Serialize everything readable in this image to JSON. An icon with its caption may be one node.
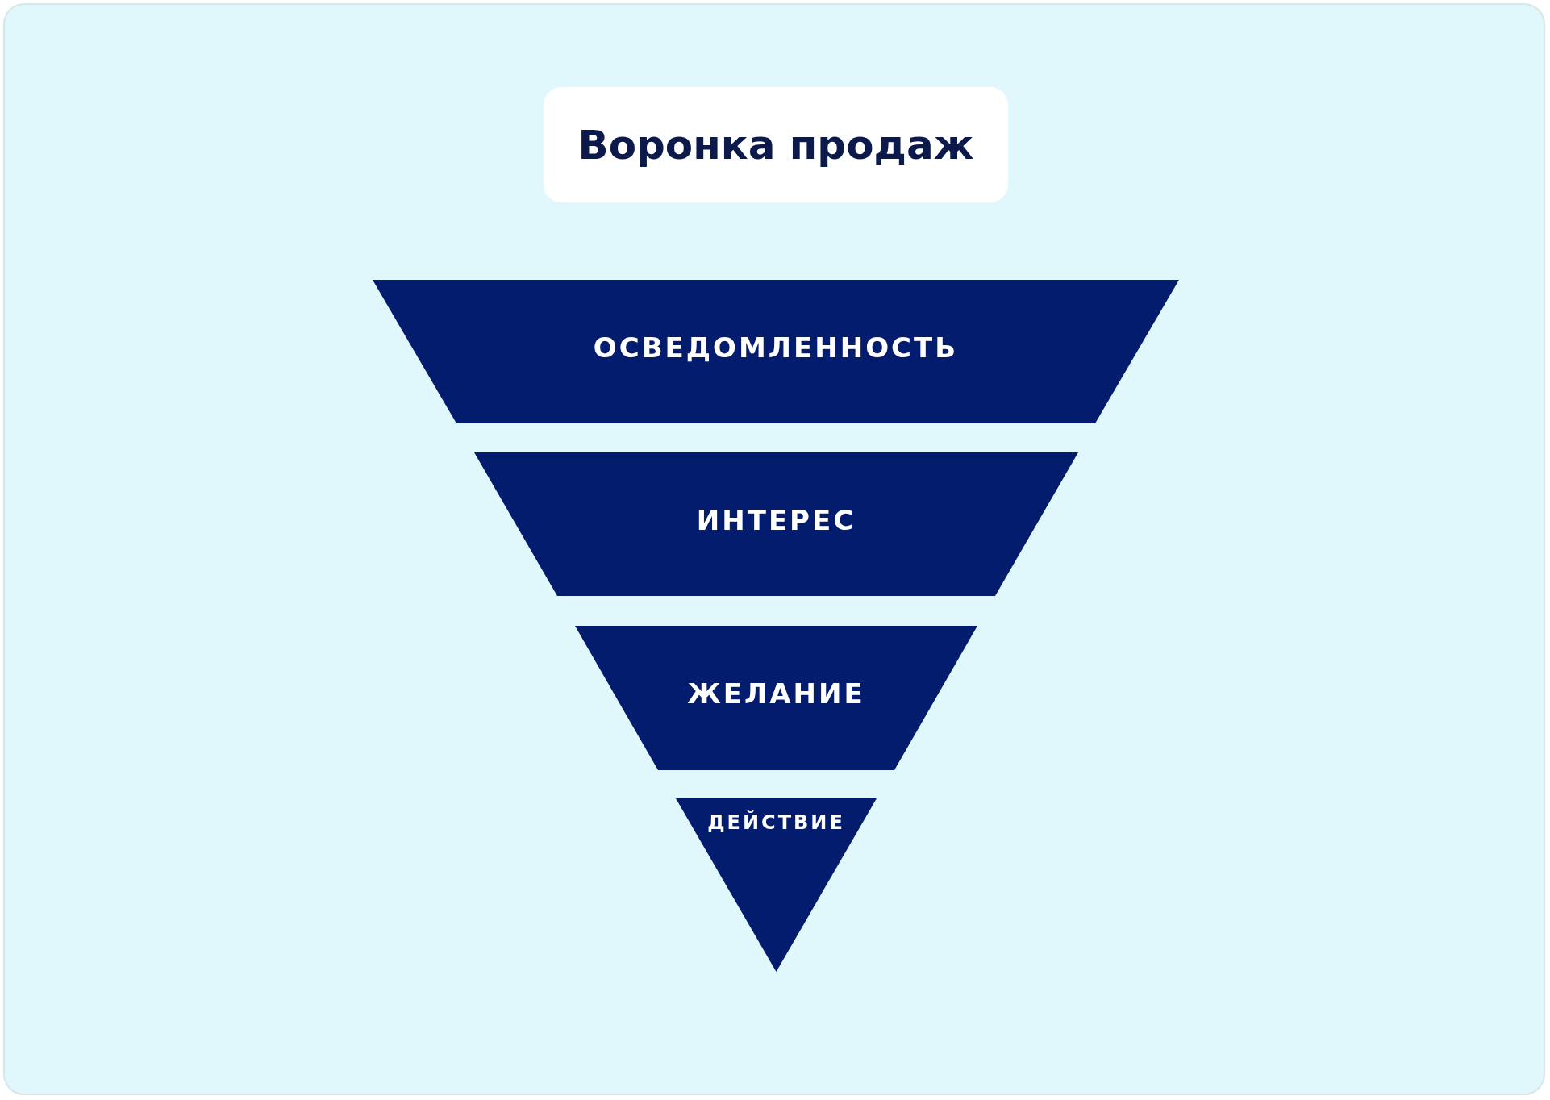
{
  "diagram": {
    "title": "Воронка продаж",
    "nodes": [
      {
        "text": [
          "ОСВЕДОМЛЕННОСТЬ"
        ]
      },
      {
        "text": [
          "ИНТЕРЕС"
        ]
      },
      {
        "text": [
          "ЖЕЛАНИЕ"
        ]
      },
      {
        "text": [
          "ДЕЙСТВИЕ"
        ]
      }
    ]
  }
}
